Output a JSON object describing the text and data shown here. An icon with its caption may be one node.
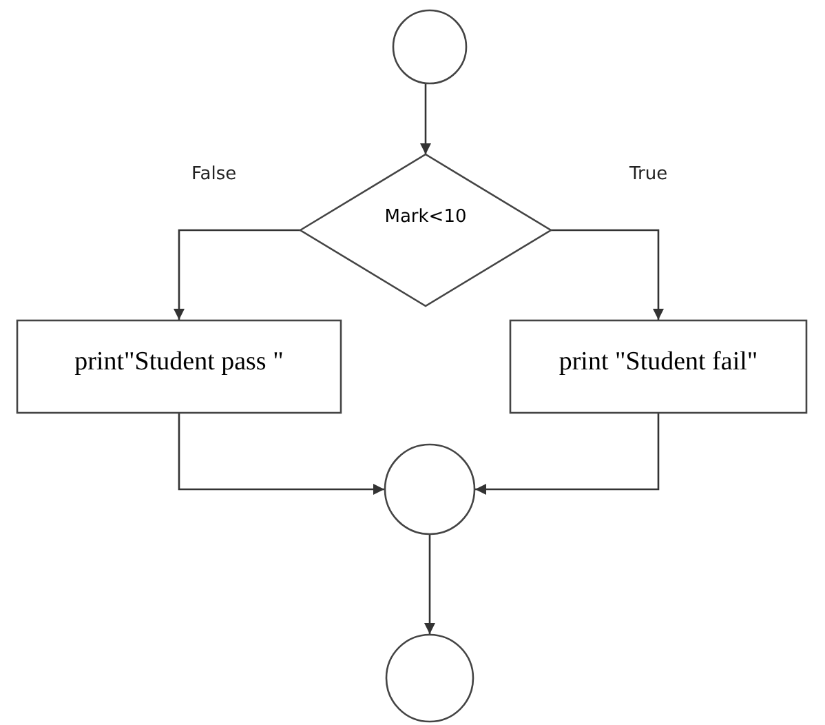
{
  "diagram": {
    "nodes": [
      {
        "text": [],
        "shape": "circle"
      },
      {
        "text": [
          "Mark<10"
        ]
      },
      {
        "text": [
          "print\"Student pass \""
        ]
      },
      {
        "text": [
          "print \"Student fail\""
        ]
      },
      {
        "text": [],
        "shape": "circle"
      },
      {
        "text": [],
        "shape": "circle"
      }
    ],
    "edges": [
      {
        "from": 0,
        "to": 1,
        "arrow": "to"
      },
      {
        "from": 1,
        "to": 2,
        "arrow": "to",
        "label": "False"
      },
      {
        "from": 1,
        "to": 3,
        "arrow": "to",
        "label": "True"
      },
      {
        "from": 2,
        "to": 4,
        "arrow": "to"
      },
      {
        "from": 3,
        "to": 4,
        "arrow": "to"
      },
      {
        "from": 4,
        "to": 5,
        "arrow": "to"
      }
    ]
  }
}
